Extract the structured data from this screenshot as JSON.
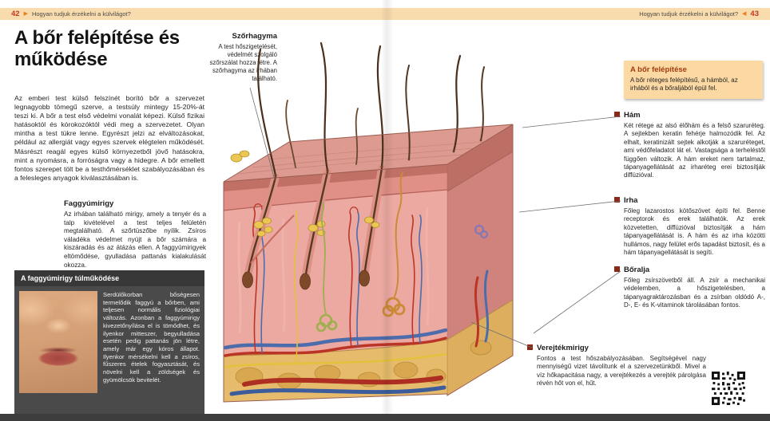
{
  "header": {
    "left_page": "42",
    "left_arrow": "▶",
    "left_title": "Hogyan tudjuk érzékelni a külvilágot?",
    "right_title": "Hogyan tudjuk érzékelni a külvilágot?",
    "right_arrow": "◀",
    "right_page": "43"
  },
  "left": {
    "title": "A bőr felépítése és működése",
    "intro": "Az emberi test külső felszínét borító bőr a szervezet legnagyobb tömegű szerve, a testsúly mintegy 15-20%-át teszi ki. A bőr a test első védelmi vonalát képezi. Külső fizikai hatásoktól és kórokozóktól védi meg a szervezetet. Olyan mintha a test tükre lenne. Egyrészt jelzi az elváltozásokat, például az allergiát vagy egyes szervek elégtelen működését. Másrészt reagál egyes külső környezetből jövő hatásokra, mint a nyomásra, a forróságra vagy a hidegre. A bőr emellett fontos szerepet tölt be a testhőmérséklet szabályozásában és a felesleges anyagok kiválasztásában is.",
    "faggyumirigy": {
      "title": "Faggyúmirigy",
      "text": "Az irhában található mirigy, amely a tenyér és a talp kivételével a test teljes felületén megtalálható. A szőrtüszőbe nyílik. Zsíros váladéka védelmet nyújt a bőr számára a kiszáradás és az átázás ellen. A faggyúmirigyek eltömődése, gyulladása pattanás kialakulását okozza."
    },
    "dark_box": {
      "title": "A faggyúmirigy túlműködése",
      "text": "Serdülőkorban bőségesen termelődik faggyú a bőrben, ami teljesen normális fiziológiai változás. Azonban a faggyúmirigy kivezetőnyílása el is tömődhet, és ilyenkor mitteszer, begyulladása esetén pedig pattanás jön létre, amely már egy kóros állapot. Ilyenkor mérsékelni kell a zsíros, fűszeres ételek fogyasztását, és növelni kell a zöldségek és gyümölcsök bevitelét."
    }
  },
  "center_label": {
    "title": "Szőrhagyma",
    "text": "A test hőszigetelését, védelmét szolgáló szőrszálat hozza létre. A szőrhagyma az irhában található."
  },
  "right": {
    "highlight_box": {
      "title": "A bőr felépítése",
      "text": "A bőr réteges felépítésű, a hámból, az irhából és a bőraljából épül fel."
    },
    "sections": [
      {
        "title": "Hám",
        "text": "Két rétege az alsó élőhám és a felső szaruréteg. A sejtekben keratin fehérje halmozódik fel. Az elhalt, keratinizált sejtek alkotják a szaruréteget, ami védőfeladatot lát el. Vastagsága a terheléstől függően változik. A hám ereket nem tartalmaz, tápanyagellátását az irharéteg erei biztosítják diffúzióval."
      },
      {
        "title": "Irha",
        "text": "Főleg lazarostos kötőszövet építi fel. Benne receptorok és erek találhatók. Az erek közvetetten, diffúzióval biztosítják a hám tápanyagellátását is. A hám és az irha közötti hullámos, nagy felület erős tapadást biztosít, és a hám tápanyagellátását is segíti."
      },
      {
        "title": "Bőralja",
        "text": "Főleg zsírszövetből áll. A zsír a mechanikai védelemben, a hőszigetelésben, a tápanyagraktározásban és a zsírban oldódó A-, D-, E- és K-vitaminok tárolásában fontos."
      },
      {
        "title": "Verejtékmirigy",
        "text": "Fontos a test hőszabályozásában. Segítségével nagy mennyiségű vizet távolítunk el a szervezetünkből. Mivel a víz hőkapacitása nagy, a verejtékezés a verejték párolgása révén hőt von el, hűt."
      }
    ]
  },
  "icons": {
    "qr_code": "qr-code",
    "arrow_icons": "page-direction-triangles"
  },
  "colors": {
    "header_bar": "#f8dcae",
    "accent_orange": "#ef7d1a",
    "page_number_red": "#c03a21",
    "highlight_box_bg": "#fcd9a2",
    "highlight_title": "#a23c10",
    "marker_red": "#8c2817",
    "dark_box_bg": "#4a4a4a",
    "dark_box_title_bg": "#383838",
    "bottom_bar": "#3c3c3c"
  }
}
